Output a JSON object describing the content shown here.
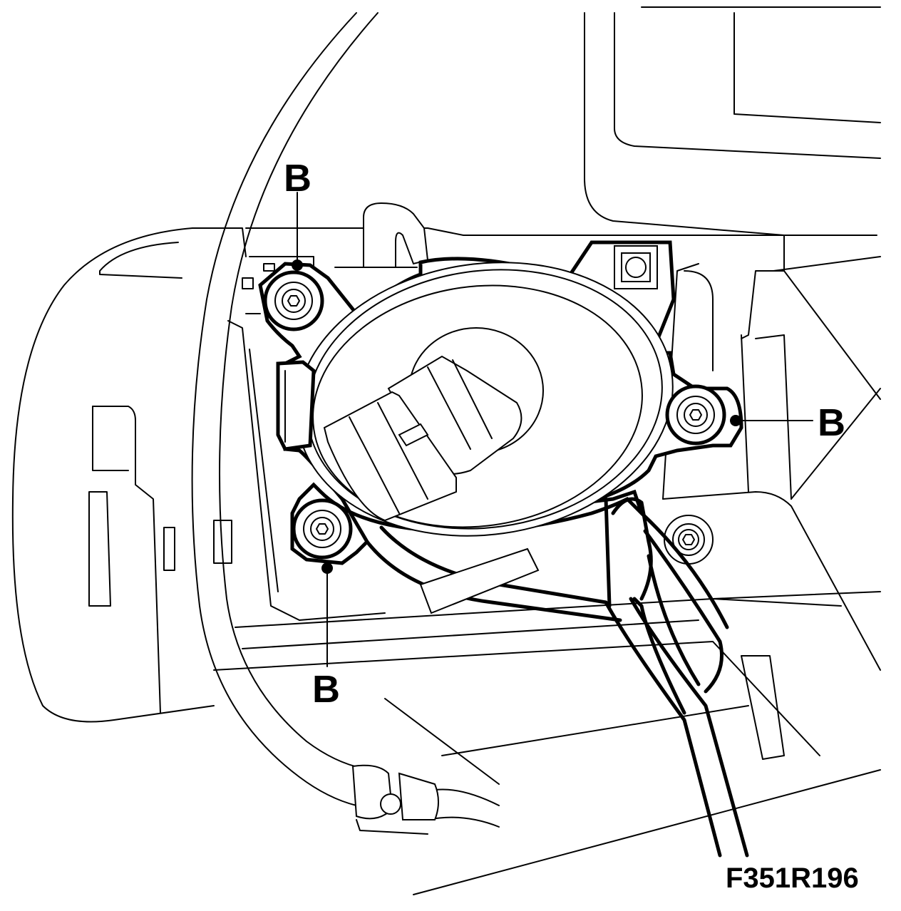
{
  "figure_code": "F351R196",
  "callouts": {
    "top": "B",
    "right": "B",
    "bottom": "B"
  }
}
